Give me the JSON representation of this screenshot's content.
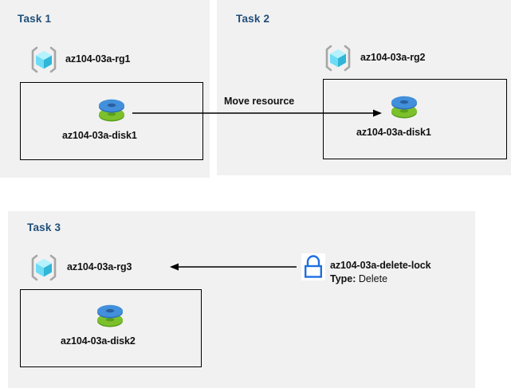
{
  "diagram": {
    "title_color": "#1f4e79",
    "panel_color": "#f1f1f1",
    "background": "#ffffff",
    "border_color": "#000000",
    "arrow_color": "#000000",
    "lock_color": "#1f6fe0",
    "disk_top_color": "#3f8fdc",
    "disk_bottom_color": "#6ab023",
    "cube_color": "#5ad8f5",
    "cube_shadow_color": "#2fa5cc",
    "bracket_color": "#a6a6a6"
  },
  "panels": [
    {
      "id": "task1",
      "title": "Task 1",
      "resource_group": {
        "label": "az104-03a-rg1",
        "icon": "resource-group-icon"
      },
      "resource": {
        "label": "az104-03a-disk1",
        "icon": "managed-disk-icon"
      }
    },
    {
      "id": "task2",
      "title": "Task 2",
      "resource_group": {
        "label": "az104-03a-rg2",
        "icon": "resource-group-icon"
      },
      "resource": {
        "label": "az104-03a-disk1",
        "icon": "managed-disk-icon"
      }
    },
    {
      "id": "task3",
      "title": "Task 3",
      "resource_group": {
        "label": "az104-03a-rg3",
        "icon": "resource-group-icon"
      },
      "resource": {
        "label": "az104-03a-disk2",
        "icon": "managed-disk-icon"
      },
      "lock": {
        "icon": "lock-icon",
        "label": "az104-03a-delete-lock",
        "type_key": "Type:",
        "type_value": "Delete"
      }
    }
  ],
  "connectors": [
    {
      "id": "move-resource",
      "label": "Move resource",
      "direction": "right",
      "from": "task1-disk1",
      "to": "task2-disk1"
    },
    {
      "id": "lock-applies-to-rg3",
      "label": "",
      "direction": "left",
      "from": "delete-lock",
      "to": "task3-rg3"
    }
  ]
}
